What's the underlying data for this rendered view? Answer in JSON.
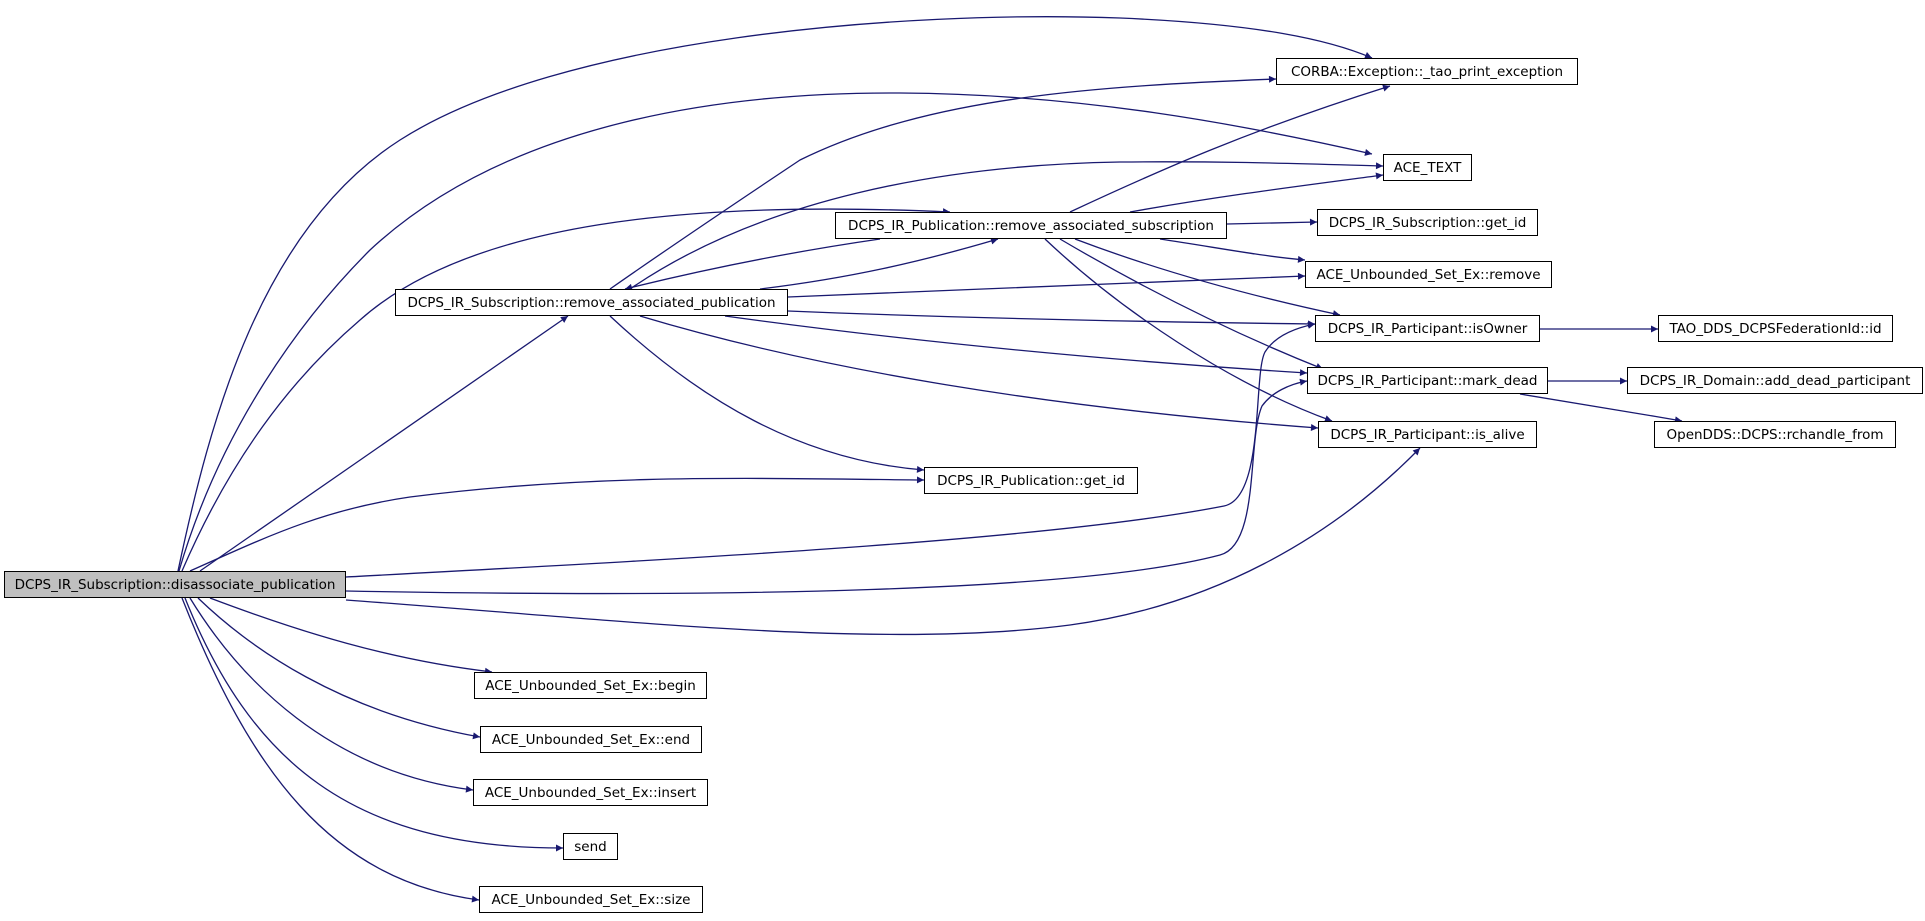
{
  "colors": {
    "edge": "#191970",
    "root_fill": "#bfbfbf",
    "node_fill": "#ffffff",
    "border": "#000000"
  },
  "nodes": {
    "root": "DCPS_IR_Subscription::disassociate_publication",
    "sub_remove_assoc_pub": "DCPS_IR_Subscription::remove_associated_publication",
    "pub_remove_assoc_sub": "DCPS_IR_Publication::remove_associated_subscription",
    "corba_tao_print": "CORBA::Exception::_tao_print_exception",
    "ace_text": "ACE_TEXT",
    "sub_get_id": "DCPS_IR_Subscription::get_id",
    "set_remove": "ACE_Unbounded_Set_Ex::remove",
    "part_isowner": "DCPS_IR_Participant::isOwner",
    "part_mark_dead": "DCPS_IR_Participant::mark_dead",
    "part_is_alive": "DCPS_IR_Participant::is_alive",
    "fed_id": "TAO_DDS_DCPSFederationId::id",
    "domain_add_dead": "DCPS_IR_Domain::add_dead_participant",
    "rchandle_from": "OpenDDS::DCPS::rchandle_from",
    "pub_get_id": "DCPS_IR_Publication::get_id",
    "set_begin": "ACE_Unbounded_Set_Ex::begin",
    "set_end": "ACE_Unbounded_Set_Ex::end",
    "set_insert": "ACE_Unbounded_Set_Ex::insert",
    "send": "send",
    "set_size": "ACE_Unbounded_Set_Ex::size"
  }
}
